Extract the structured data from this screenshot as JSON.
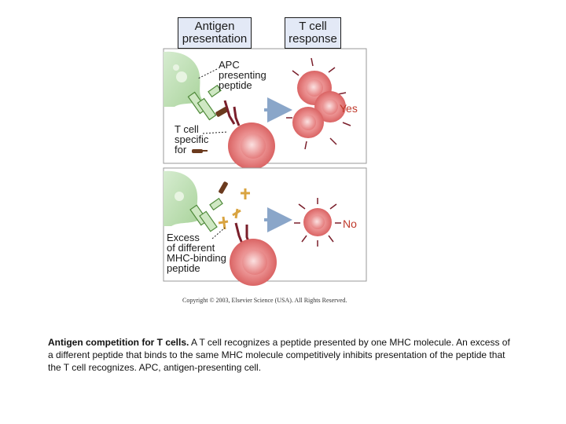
{
  "headers": {
    "antigen_presentation": "Antigen\npresentation",
    "t_cell_response": "T cell\nresponse"
  },
  "panel_top": {
    "apc_label": "APC\npresenting\npeptide",
    "tcell_label": "T cell\nspecific\nfor",
    "result": "Yes"
  },
  "panel_bottom": {
    "excess_label": "Excess\nof different\nMHC-binding\npeptide",
    "result": "No"
  },
  "copyright": "Copyright © 2003, Elsevier Science (USA). All Rights Reserved.",
  "caption": {
    "title": "Antigen competition for T cells.",
    "body": " A T cell recognizes a peptide presented by one MHC molecule. An excess of a different peptide that binds to the same MHC molecule competitively inhibits presentation of the peptide that the T cell recognizes. APC, antigen-presenting cell."
  },
  "colors": {
    "apc_green": "#b9dcae",
    "mhc_green": "#7fb069",
    "tcell_red": "#e46c6c",
    "tcr_dark": "#7a1f2b",
    "peptide_brown": "#6b3a1e",
    "peptide_yellow": "#d9a441",
    "arrow_blue": "#8aa6c9",
    "panel_border": "#8a8a8a"
  }
}
